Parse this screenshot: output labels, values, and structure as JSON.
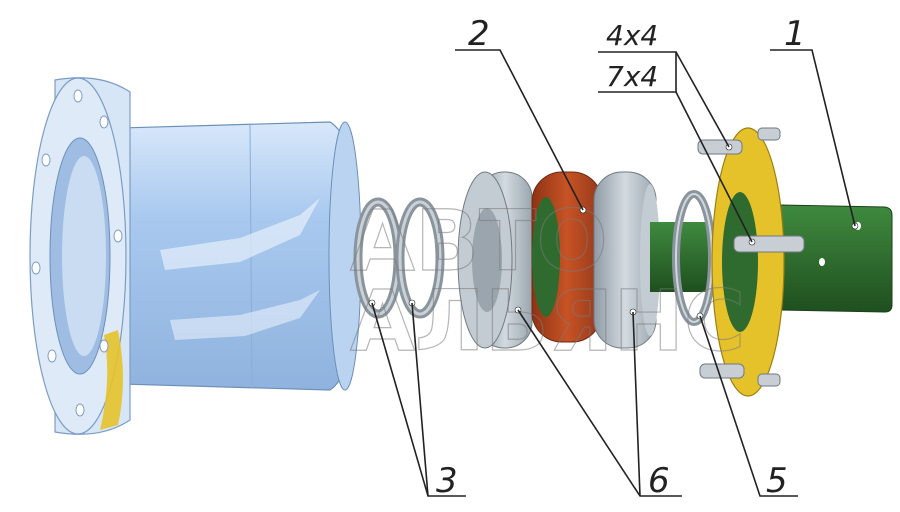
{
  "callouts": {
    "c1": "1",
    "c2": "2",
    "c3": "3",
    "c5": "5",
    "c6": "6",
    "dim_top": "4x4",
    "dim_bottom": "7x4"
  },
  "watermark": "АВТО АЛЬЯНС",
  "colors": {
    "housing": "#a9c9ef",
    "flange": "#c8dcf3",
    "bearing": "#b9c3cc",
    "seal": "#b5451f",
    "shaft": "#2f6b2f",
    "flange_yellow": "#e6c22a",
    "line": "#222222"
  }
}
